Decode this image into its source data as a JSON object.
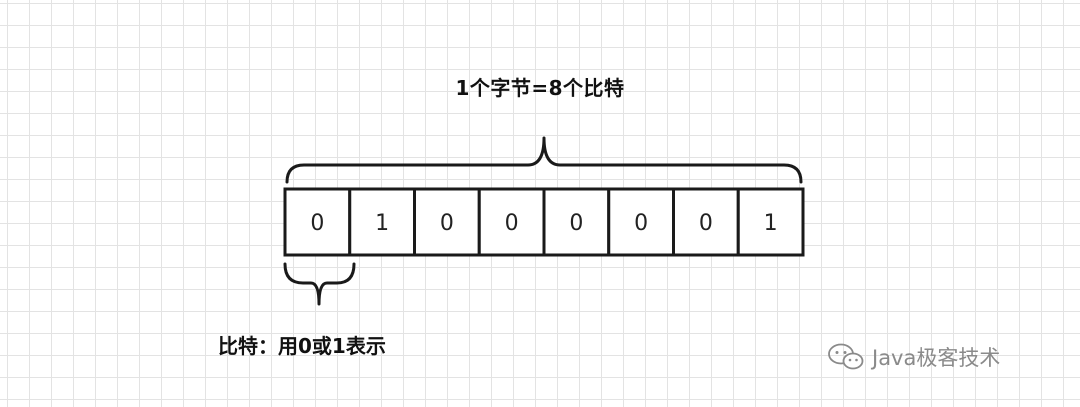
{
  "diagram": {
    "byte_label": "1个字节=8个比特",
    "bit_label": "比特：用0或1表示",
    "bits": [
      "0",
      "1",
      "0",
      "0",
      "0",
      "0",
      "0",
      "1"
    ]
  },
  "watermark": {
    "icon": "wechat-icon",
    "text": "Java极客技术"
  },
  "colors": {
    "stroke": "#1a1a1a",
    "grid": "#e3e3e3",
    "watermark": "#8a8a8a"
  }
}
